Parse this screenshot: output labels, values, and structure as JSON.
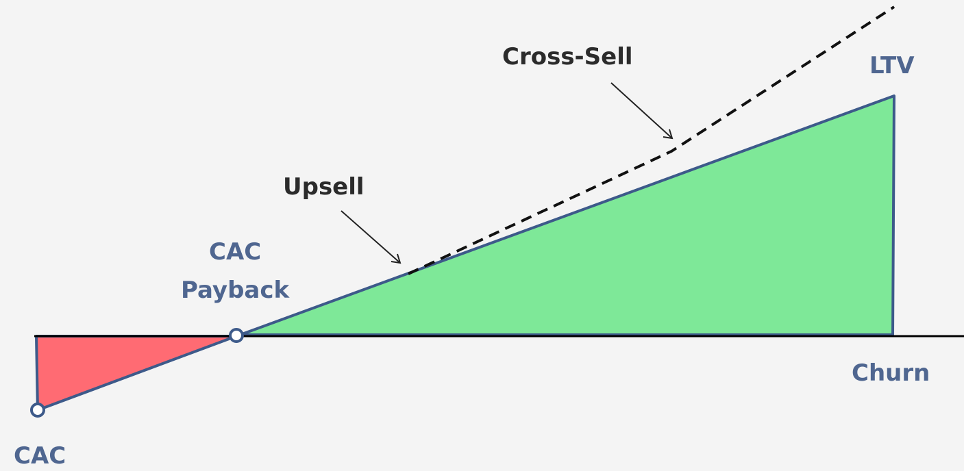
{
  "labels": {
    "cac": "CAC",
    "payback_line1": "CAC",
    "payback_line2": "Payback",
    "upsell": "Upsell",
    "cross_sell": "Cross-Sell",
    "ltv": "LTV",
    "churn": "Churn"
  },
  "colors": {
    "background": "#f4f4f4",
    "negative_area": "#ff6b73",
    "positive_area": "#7ee898",
    "outline": "#3d5a8a",
    "axis": "#000000",
    "label_blue": "#4f6690",
    "label_dark": "#2b2b2b",
    "dashed_line": "#111111"
  }
}
